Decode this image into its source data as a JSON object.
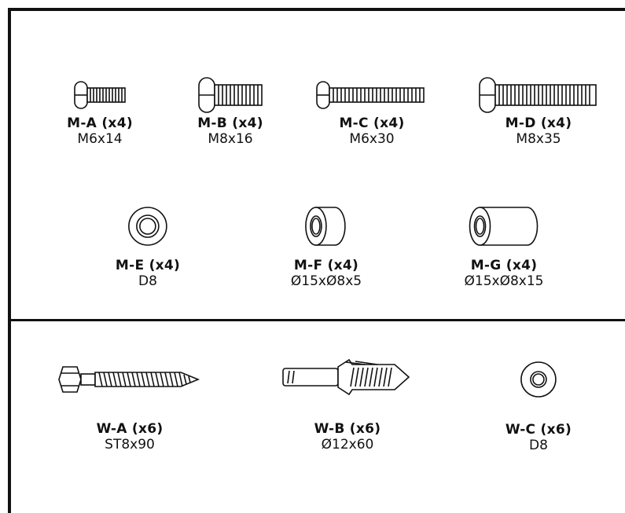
{
  "mounting_parts": [
    {
      "code": "M-A (x4)",
      "size": "M6x14",
      "icon": "screw-short-icon"
    },
    {
      "code": "M-B (x4)",
      "size": "M8x16",
      "icon": "screw-short-thick-icon"
    },
    {
      "code": "M-C (x4)",
      "size": "M6x30",
      "icon": "screw-long-icon"
    },
    {
      "code": "M-D (x4)",
      "size": "M8x35",
      "icon": "screw-long-thick-icon"
    },
    {
      "code": "M-E (x4)",
      "size": "D8",
      "icon": "washer-icon"
    },
    {
      "code": "M-F (x4)",
      "size": "Ø15xØ8x5",
      "icon": "spacer-short-icon"
    },
    {
      "code": "M-G (x4)",
      "size": "Ø15xØ8x15",
      "icon": "spacer-long-icon"
    }
  ],
  "wall_parts": [
    {
      "code": "W-A (x6)",
      "size": "ST8x90",
      "icon": "lag-bolt-icon"
    },
    {
      "code": "W-B (x6)",
      "size": "Ø12x60",
      "icon": "wall-anchor-icon"
    },
    {
      "code": "W-C (x6)",
      "size": "D8",
      "icon": "washer-icon"
    }
  ]
}
